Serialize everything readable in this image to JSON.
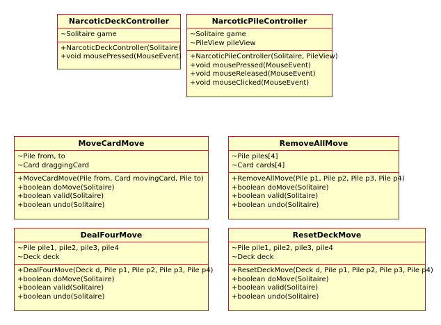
{
  "colors": {
    "box_fill": "#ffffcc",
    "box_border": "#a0282b",
    "background": "#ffffff"
  },
  "classes": [
    {
      "name": "NarcoticDeckController",
      "attributes": [
        "~Solitaire game"
      ],
      "operations": [
        "+NarcoticDeckController(Solitaire)",
        "+void mousePressed(MouseEvent)"
      ]
    },
    {
      "name": "NarcoticPileController",
      "attributes": [
        "~Solitaire game",
        "~PileView pileView"
      ],
      "operations": [
        "+NarcoticPileController(Solitaire, PileView)",
        "+void mousePressed(MouseEvent)",
        "+void mouseReleased(MouseEvent)",
        "+void mouseClicked(MouseEvent)"
      ]
    },
    {
      "name": "MoveCardMove",
      "attributes": [
        "~Pile from, to",
        "~Card draggingCard"
      ],
      "operations": [
        "+MoveCardMove(Pile from, Card movingCard, Pile to)",
        "+boolean doMove(Solitaire)",
        "+boolean valid(Solitaire)",
        "+boolean undo(Solitaire)"
      ]
    },
    {
      "name": "RemoveAllMove",
      "attributes": [
        "~Pile piles[4]",
        "~Card cards[4]"
      ],
      "operations": [
        "+RemoveAllMove(Pile p1, Pile p2, Pile p3, Pile p4)",
        "+boolean doMove(Solitaire)",
        "+boolean valid(Solitaire)",
        "+boolean undo(Solitaire)"
      ]
    },
    {
      "name": "DealFourMove",
      "attributes": [
        "~Pile pile1, pile2, pile3, pile4",
        "~Deck deck"
      ],
      "operations": [
        "+DealFourMove(Deck d, Pile p1, Pile p2, Pile p3, Pile p4)",
        "+boolean doMove(Solitaire)",
        "+boolean valid(Solitaire)",
        "+boolean undo(Solitaire)"
      ]
    },
    {
      "name": "ResetDeckMove",
      "attributes": [
        "~Pile pile1, pile2, pile3, pile4",
        "~Deck deck"
      ],
      "operations": [
        "+ResetDeckMove(Deck d, Pile p1, Pile p2, Pile p3, Pile p4)",
        "+boolean doMove(Solitaire)",
        "+boolean valid(Solitaire)",
        "+boolean undo(Solitaire)"
      ]
    }
  ]
}
